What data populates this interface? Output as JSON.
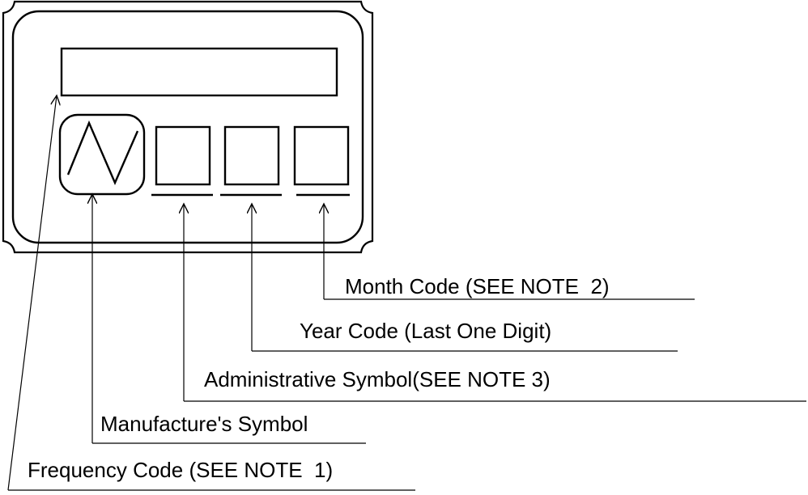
{
  "callouts": {
    "month_code": "Month Code (SEE NOTE  2)",
    "year_code": "Year Code (Last One Digit)",
    "administrative_symbol": "Administrative Symbol(SEE NOTE 3)",
    "manufacturer_symbol": "Manufacture's Symbol",
    "frequency_code": "Frequency Code (SEE NOTE  1)"
  },
  "colors": {
    "ink": "#000000",
    "background": "#ffffff"
  },
  "icons": {
    "manufacturer_logo": "sine-wave-icon",
    "pointer": "arrow-icon"
  }
}
